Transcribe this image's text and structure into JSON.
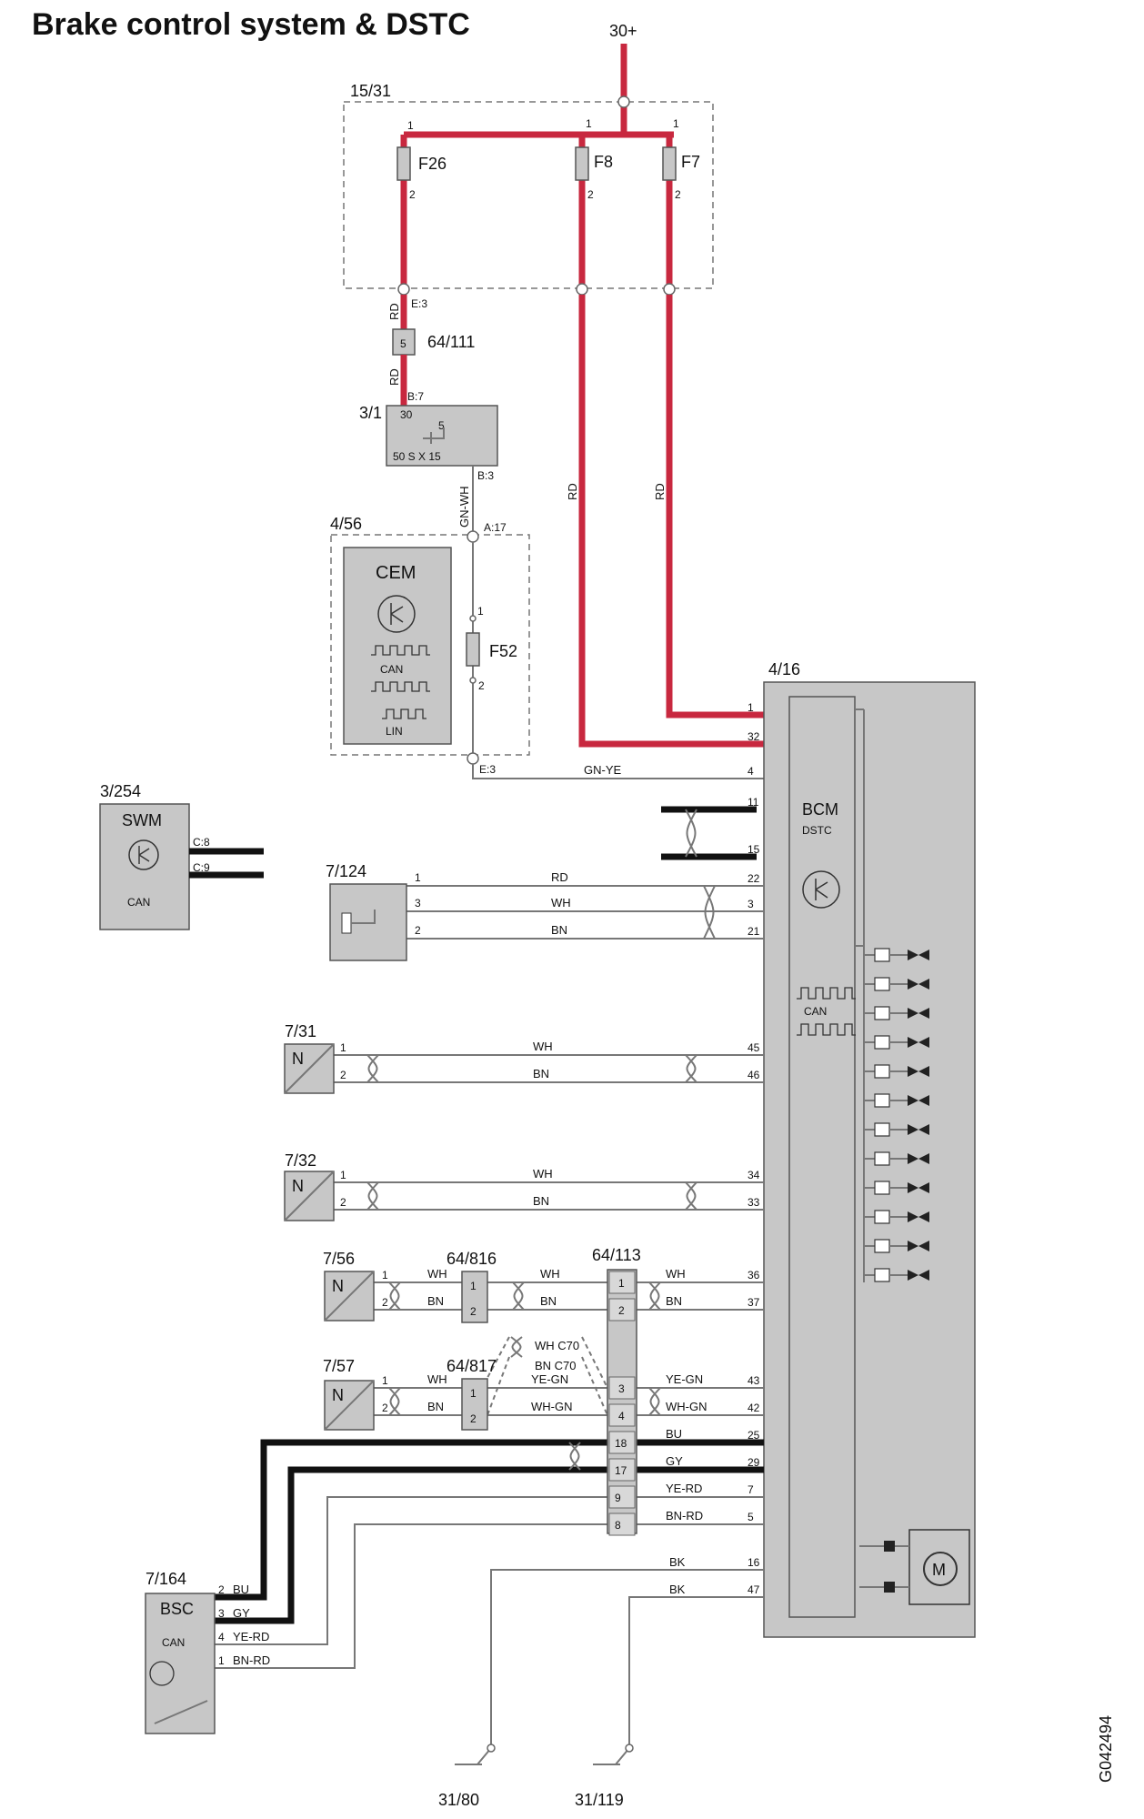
{
  "title": "Brake control system & DSTC",
  "power": {
    "label": "30+"
  },
  "fuse_box": {
    "id": "15/31",
    "fuses": [
      "F26",
      "F8",
      "F7"
    ]
  },
  "connectors": {
    "e3": "E:3",
    "b7": "B:7",
    "b3": "B:3",
    "a17": "A:17",
    "e3b": "E:3"
  },
  "c111": {
    "id": "64/111",
    "pin": "5"
  },
  "ignition": {
    "id": "3/1",
    "pin30": "30",
    "pin5": "5",
    "bottom": "50   S   X   15"
  },
  "cem": {
    "id": "4/56",
    "name": "CEM",
    "can": "CAN",
    "lin": "LIN",
    "fuse": "F52"
  },
  "bcm": {
    "id": "4/16",
    "name": "BCM",
    "sub": "DSTC",
    "can": "CAN"
  },
  "swm": {
    "id": "3/254",
    "name": "SWM",
    "can": "CAN",
    "c8": "C:8",
    "c9": "C:9"
  },
  "s7124": {
    "id": "7/124"
  },
  "s731": {
    "id": "7/31",
    "n": "N"
  },
  "s732": {
    "id": "7/32",
    "n": "N"
  },
  "s756": {
    "id": "7/56",
    "n": "N"
  },
  "s757": {
    "id": "7/57",
    "n": "N"
  },
  "c816": {
    "id": "64/816"
  },
  "c817": {
    "id": "64/817"
  },
  "c113": {
    "id": "64/113"
  },
  "bsc": {
    "id": "7/164",
    "name": "BSC",
    "can": "CAN"
  },
  "grounds": {
    "g1": "31/80",
    "g2": "31/119"
  },
  "wire_labels": {
    "rd": "RD",
    "gnwh": "GN-WH",
    "gnye": "GN-YE",
    "wh": "WH",
    "bn": "BN",
    "yegn": "YE-GN",
    "whgn": "WH-GN",
    "bu": "BU",
    "gy": "GY",
    "yerd": "YE-RD",
    "bnrd": "BN-RD",
    "bk": "BK",
    "whc70": "WH C70",
    "bnc70": "BN C70"
  },
  "pins": {
    "bcm": [
      "1",
      "32",
      "4",
      "11",
      "15",
      "22",
      "3",
      "21",
      "45",
      "46",
      "34",
      "33",
      "36",
      "37",
      "43",
      "42",
      "25",
      "29",
      "7",
      "5",
      "16",
      "47"
    ],
    "c113": [
      "1",
      "2",
      "3",
      "4",
      "18",
      "17",
      "9",
      "8"
    ],
    "bsc": [
      "2",
      "3",
      "4",
      "1"
    ],
    "f_top": "1",
    "f_bot": "2"
  },
  "figure_code": "G042494"
}
